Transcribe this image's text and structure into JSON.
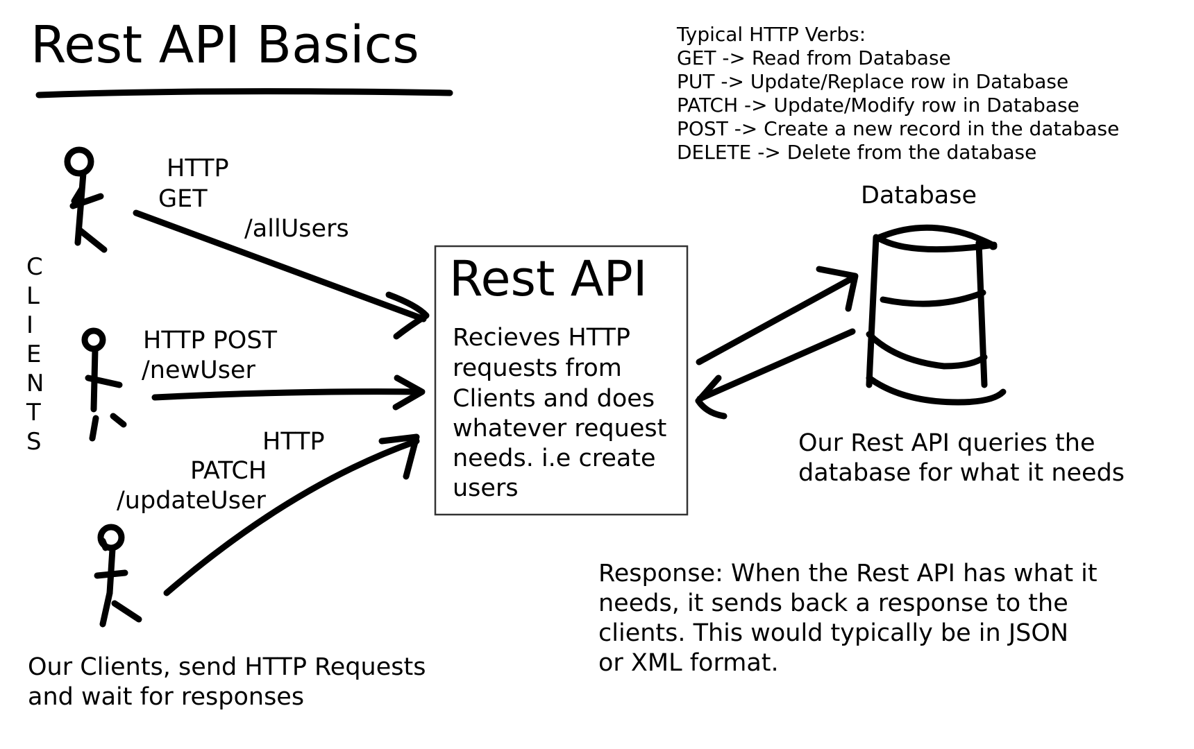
{
  "title": "Rest API Basics",
  "verbs": {
    "heading": "Typical HTTP Verbs:",
    "lines": [
      "GET -> Read from Database",
      "PUT -> Update/Replace row in Database",
      "PATCH -> Update/Modify row in Database",
      "POST -> Create a new record in the database",
      "DELETE -> Delete from the database"
    ]
  },
  "clients_label": [
    "C",
    "L",
    "I",
    "E",
    "N",
    "T",
    "S"
  ],
  "requests": {
    "get": {
      "line1": "HTTP",
      "line2": "GET",
      "path": "/allUsers"
    },
    "post": {
      "line1": "HTTP POST",
      "path": "/newUser"
    },
    "patch": {
      "line1": "HTTP",
      "line2": "PATCH",
      "path": "/updateUser"
    }
  },
  "api": {
    "title": "Rest API",
    "description": [
      "Recieves HTTP",
      "requests from",
      "Clients and does",
      "whatever request",
      "needs. i.e create",
      "users"
    ]
  },
  "database": {
    "label": "Database",
    "caption": [
      "Our Rest API queries the",
      "database for what it needs"
    ]
  },
  "clients_caption": [
    "Our Clients, send HTTP Requests",
    "and wait for responses"
  ],
  "response": [
    "Response: When the Rest API has what it",
    "needs, it sends back a response to the",
    "clients. This would typically be in JSON",
    "or XML format."
  ],
  "colors": {
    "ink": "#000000",
    "background": "#ffffff",
    "box_border": "#333333"
  }
}
